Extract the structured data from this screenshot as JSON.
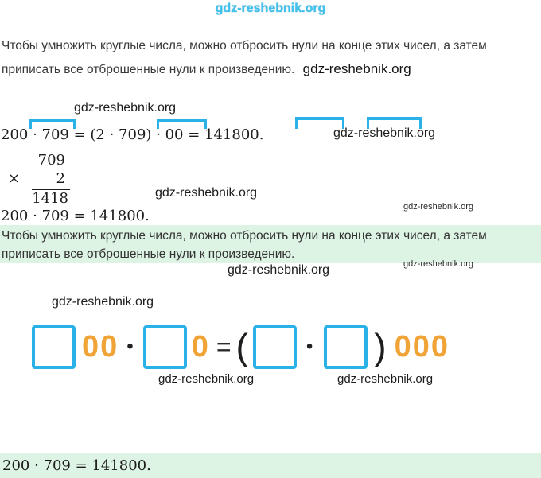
{
  "watermark": {
    "text": "gdz-reshebnik.org"
  },
  "intro": {
    "line1": "Чтобы умножить круглые числа, можно отбросить нули на конце этих чисел, а затем",
    "line2": "приписать все отброшенные нули к произведению."
  },
  "solution": {
    "equation_full": "200 · 709 = (2 · 709) · 00 = 141800.",
    "multiply_sign": "×",
    "factor_top": "709",
    "factor_bottom": "2",
    "product": "1418",
    "equation_short": "200 · 709 = 141800."
  },
  "rule": {
    "line1": "Чтобы умножить круглые числа, можно отбросить нули на конце этих чисел, а затем",
    "line2": "приписать все отброшенные нули к произведению."
  },
  "exercise": {
    "zeros_a": "00",
    "dot_a": "•",
    "zeros_b": "0",
    "equals_sign": "=",
    "paren_open": "(",
    "dot_b": "•",
    "paren_close": ")",
    "zeros_c": "000"
  },
  "answer": {
    "equation": "200 · 709 = 141800."
  },
  "colors": {
    "accent_cyan": "#29b2e8",
    "accent_orange": "#f0a437",
    "highlight_green": "#ddf3e3",
    "watermark_cyan": "#41c2ec"
  }
}
